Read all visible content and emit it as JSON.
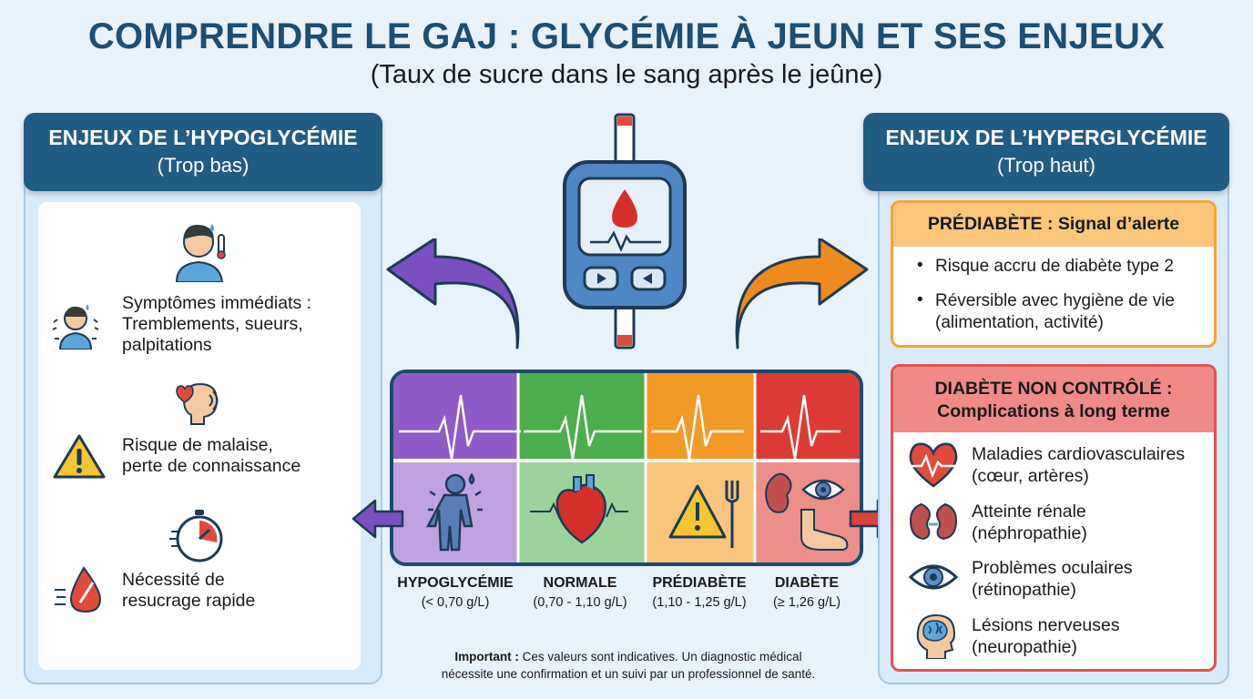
{
  "title": "COMPRENDRE LE GAJ : GLYCÉMIE À JEUN ET SES ENJEUX",
  "subtitle": "(Taux de sucre dans le sang après le jeûne)",
  "left": {
    "heading": "ENJEUX DE L’HYPOGLYCÉMIE",
    "subheading": "(Trop bas)",
    "items": [
      {
        "lines": [
          "Symptômes immédiats :",
          "Tremblements, sueurs,",
          "palpitations"
        ]
      },
      {
        "lines": [
          "Risque de malaise,",
          "perte de connaissance"
        ]
      },
      {
        "lines": [
          "Nécessité de",
          "resucrage rapide"
        ]
      }
    ]
  },
  "right": {
    "heading": "ENJEUX DE L’HYPERGLYCÉMIE",
    "subheading": "(Trop haut)",
    "prediabetes": {
      "title": "PRÉDIABÈTE : Signal d’alerte",
      "bullets": [
        {
          "lines": [
            "Risque accru de diabète type 2"
          ]
        },
        {
          "lines": [
            "Réversible avec hygiène de vie",
            "(alimentation, activité)"
          ]
        }
      ]
    },
    "diabetes": {
      "title_line1": "DIABÈTE NON CONTRÔLÉ :",
      "title_line2": "Complications à long terme",
      "items": [
        {
          "lines": [
            "Maladies cardiovasculaires",
            "(cœur, artères)"
          ]
        },
        {
          "lines": [
            "Atteinte rénale",
            "(néphropathie)"
          ]
        },
        {
          "lines": [
            "Problèmes oculaires",
            "(rétinopathie)"
          ]
        },
        {
          "lines": [
            "Lésions nerveuses",
            "(neuropathie)"
          ]
        }
      ]
    }
  },
  "scale": {
    "categories": [
      {
        "label": "HYPOGLYCÉMIE",
        "range": "(< 0,70 g/L)",
        "color": "#8e5bc7",
        "light": "#c0a2e0"
      },
      {
        "label": "NORMALE",
        "range": "(0,70 - 1,10 g/L)",
        "color": "#4cae4c",
        "light": "#9ad49a"
      },
      {
        "label": "PRÉDIABÈTE",
        "range": "(1,10 - 1,25 g/L)",
        "color": "#f39a26",
        "light": "#f8c57f"
      },
      {
        "label": "DIABÈTE",
        "range": "(≥ 1,26 g/L)",
        "color": "#dc3b35",
        "light": "#ec8e8a"
      }
    ]
  },
  "note": {
    "bold": "Important :",
    "line1_rest": " Ces valeurs sont indicatives. Un diagnostic médical",
    "line2": "nécessite une confirmation et un suivi par un professionnel de santé."
  },
  "colors": {
    "navy": "#215c84",
    "purple_arrow": "#7a4fc0",
    "orange_arrow": "#f08a1c",
    "red_arrow": "#d9423c"
  }
}
